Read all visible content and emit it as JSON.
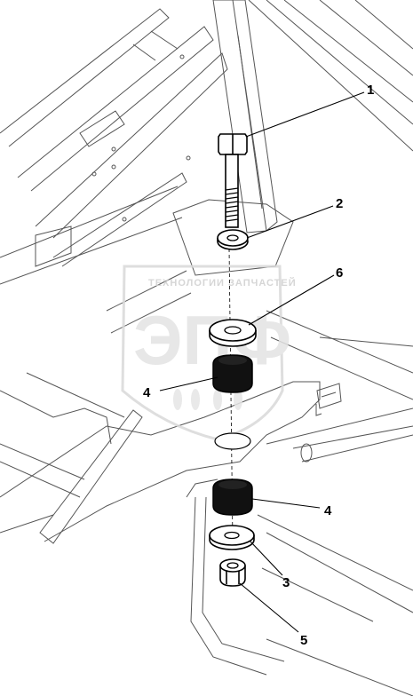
{
  "callouts": [
    {
      "id": "1",
      "label": "1"
    },
    {
      "id": "2",
      "label": "2"
    },
    {
      "id": "6",
      "label": "6"
    },
    {
      "id": "4a",
      "label": "4"
    },
    {
      "id": "4b",
      "label": "4"
    },
    {
      "id": "3",
      "label": "3"
    },
    {
      "id": "5",
      "label": "5"
    }
  ],
  "watermark": {
    "brand": "ЭПФ",
    "tagline": "ТЕХНОЛОГИИ ЗАПЧАСТЕЙ"
  },
  "colors": {
    "line": "#000000",
    "frame": "#555555",
    "watermark": "#d9d9d9",
    "rubber": "#111111"
  }
}
